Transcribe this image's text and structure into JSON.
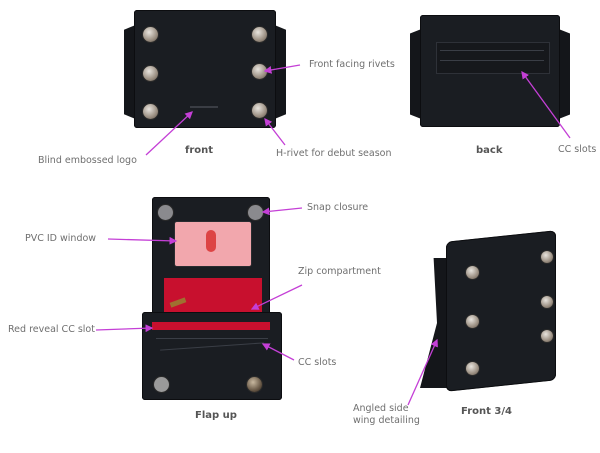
{
  "views": [
    {
      "caption": "front"
    },
    {
      "caption": "back"
    },
    {
      "caption": "Flap up"
    },
    {
      "caption": "Front 3/4"
    }
  ],
  "annotations": {
    "front_facing_rivets": "Front facing rivets",
    "blind_embossed_logo": "Blind embossed logo",
    "h_rivet": "H-rivet for debut season",
    "back_cc_slots": "CC slots",
    "snap_closure": "Snap closure",
    "pvc_id_window": "PVC ID window",
    "zip_compartment": "Zip compartment",
    "red_reveal_cc_slot": "Red reveal CC slot",
    "flap_cc_slots": "CC slots",
    "angled_side_line1": "Angled side",
    "angled_side_line2": "wing detailing"
  },
  "colors": {
    "arrow": "#c43fd6",
    "leather": "#1a1d22",
    "lining_red": "#c8102e",
    "label_text": "#6f6f6f"
  }
}
